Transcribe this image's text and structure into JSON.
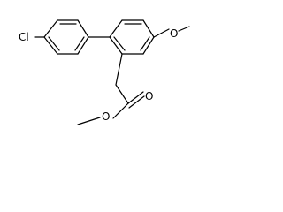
{
  "molecule": {
    "atoms": {
      "chlorine": "Cl",
      "methoxy_oxygen": "O",
      "ester_carbonyl_oxygen": "O",
      "ester_single_oxygen": "O"
    }
  }
}
